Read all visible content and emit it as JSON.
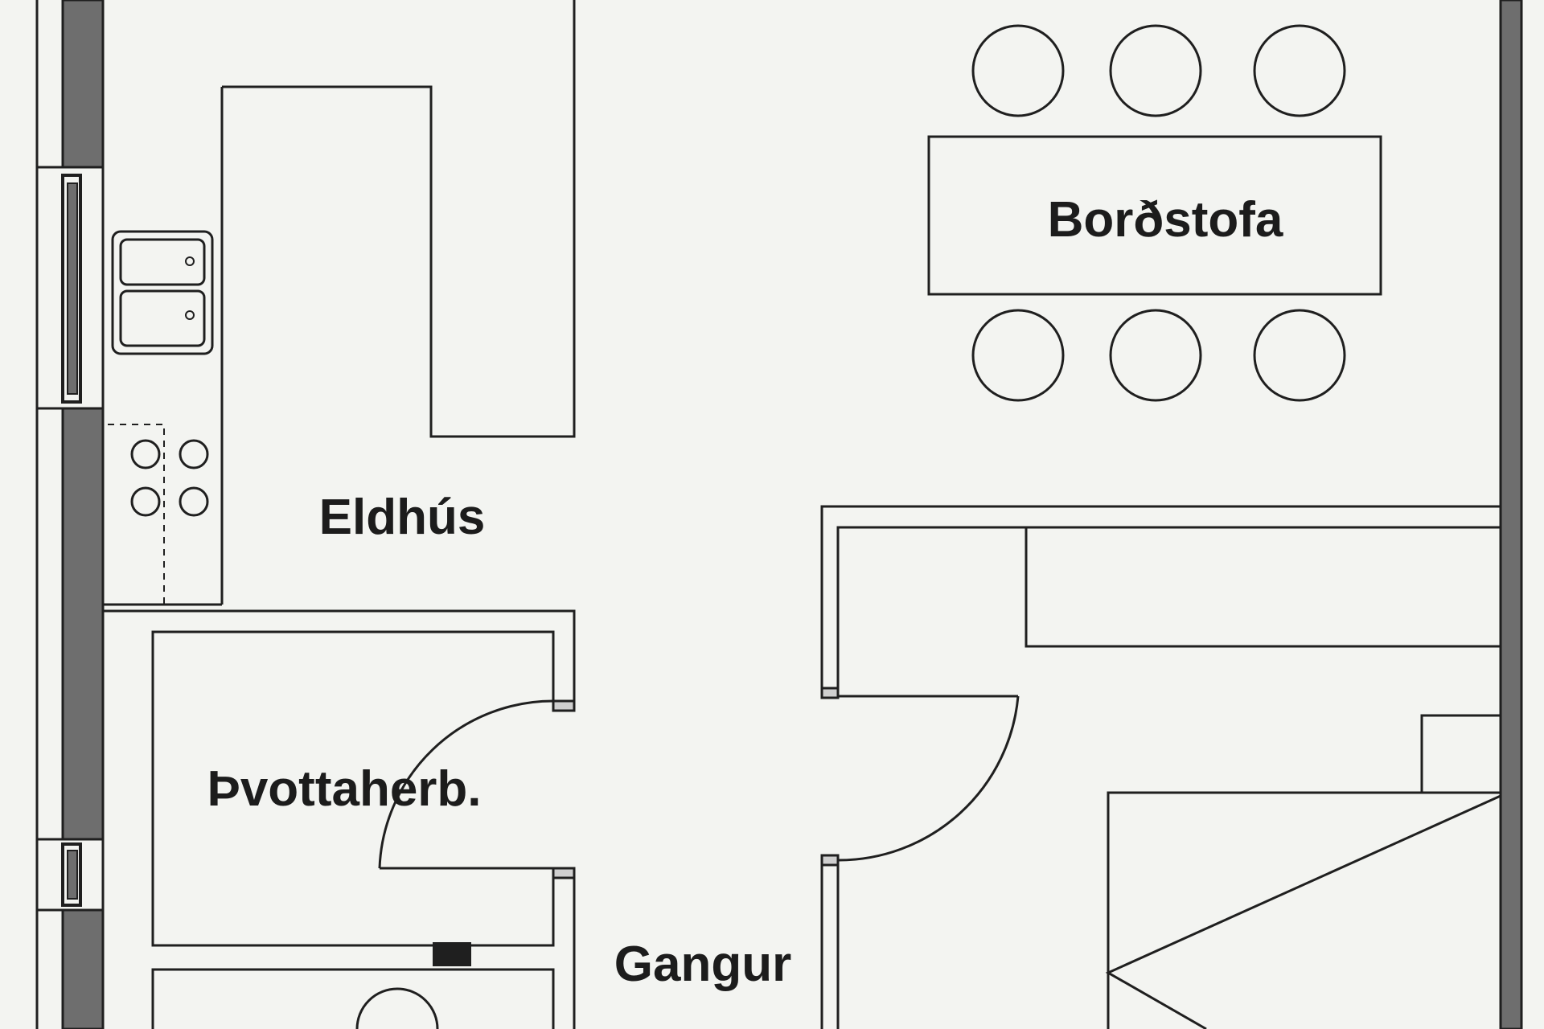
{
  "floor_plan": {
    "rooms": [
      {
        "id": "dining",
        "label": "Borðstofa"
      },
      {
        "id": "kitchen",
        "label": "Eldhús"
      },
      {
        "id": "laundry",
        "label": "Þvottaherb."
      },
      {
        "id": "hallway",
        "label": "Gangur"
      }
    ],
    "colors": {
      "background": "#f3f4f1",
      "wall": "#6e6e6e",
      "line": "#1f1f1f",
      "label": "#1c1c1c"
    }
  }
}
